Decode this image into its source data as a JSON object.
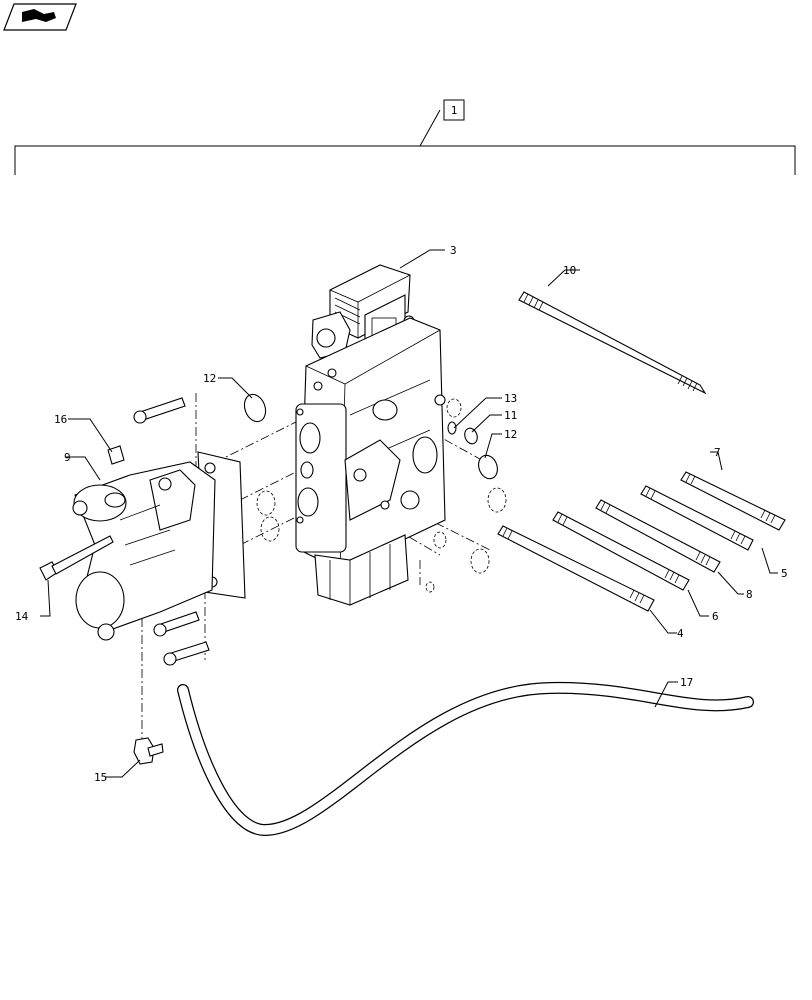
{
  "header": {
    "nav_icon": "arrow-flag-icon"
  },
  "assembly": {
    "label": "1"
  },
  "callouts": [
    {
      "id": "3",
      "label": "3"
    },
    {
      "id": "4",
      "label": "4"
    },
    {
      "id": "5",
      "label": "5"
    },
    {
      "id": "6",
      "label": "6"
    },
    {
      "id": "7",
      "label": "7"
    },
    {
      "id": "8",
      "label": "8"
    },
    {
      "id": "9",
      "label": "9"
    },
    {
      "id": "10",
      "label": "10"
    },
    {
      "id": "11",
      "label": "11"
    },
    {
      "id": "12a",
      "label": "12"
    },
    {
      "id": "12b",
      "label": "12"
    },
    {
      "id": "13",
      "label": "13"
    },
    {
      "id": "14",
      "label": "14"
    },
    {
      "id": "15",
      "label": "15"
    },
    {
      "id": "16",
      "label": "16"
    },
    {
      "id": "17",
      "label": "17"
    }
  ]
}
